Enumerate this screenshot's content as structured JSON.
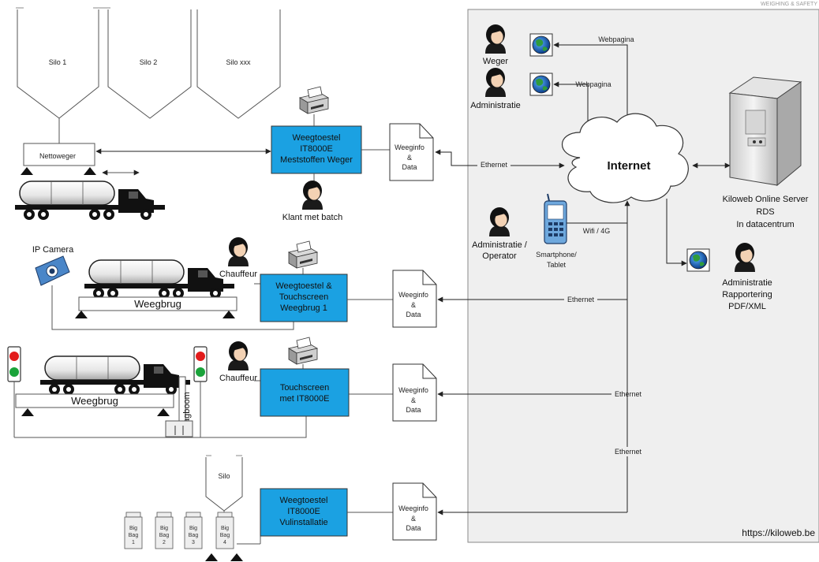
{
  "brand_text": "WEIGHING & SAFETY",
  "silos": [
    "Silo 1",
    "Silo 2",
    "Silo xxx"
  ],
  "nettoweger": "Nettoweger",
  "weeg_boxes": [
    [
      "Weegtoestel",
      "IT8000E",
      "Meststoffen Weger"
    ],
    [
      "Weegtoestel &",
      "Touchscreen",
      "Weegbrug 1"
    ],
    [
      "Touchscreen",
      "met IT8000E"
    ],
    [
      "Weegtoestel",
      "IT8000E",
      "Vulinstallatie"
    ]
  ],
  "weeginfo": [
    "Weeginfo",
    "&",
    "Data"
  ],
  "people": {
    "klant": "Klant met batch",
    "chauffeur": "Chauffeur",
    "weger": "Weger",
    "administratie": "Administratie",
    "admin_operator": [
      "Administratie /",
      "Operator"
    ],
    "admin_rapport": [
      "Administratie",
      "Rapportering",
      "PDF/XML"
    ]
  },
  "ip_camera": "IP Camera",
  "weegbrug": "Weegbrug",
  "slagboom": "Slagboom",
  "silo": "Silo",
  "big_bags": [
    [
      "Big",
      "Bag",
      "1"
    ],
    [
      "Big",
      "Bag",
      "2"
    ],
    [
      "Big",
      "Bag",
      "3"
    ],
    [
      "Big",
      "Bag",
      "4"
    ]
  ],
  "ethernet": "Ethernet",
  "webpagina": "Webpagina",
  "wifi": "Wifi / 4G",
  "smartphone": [
    "Smartphone/",
    "Tablet"
  ],
  "internet": "Internet",
  "server": [
    "Kiloweb Online Server",
    "RDS",
    "In datacentrum"
  ],
  "url": "https://kiloweb.be",
  "colors": {
    "box_fill": "#1ba1e2",
    "panel_fill": "#efefef",
    "line": "#444444"
  }
}
